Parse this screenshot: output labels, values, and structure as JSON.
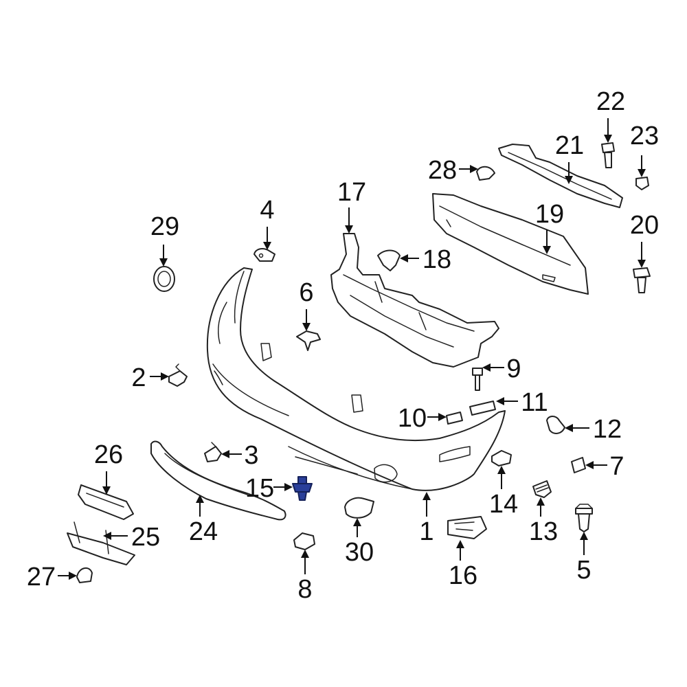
{
  "colors": {
    "line": "#222222",
    "fill": "#ffffff",
    "highlight": "#2a3f9a"
  },
  "highlighted_part": "15",
  "callouts": [
    {
      "id": "1",
      "label": "1"
    },
    {
      "id": "2",
      "label": "2"
    },
    {
      "id": "3",
      "label": "3"
    },
    {
      "id": "4",
      "label": "4"
    },
    {
      "id": "5",
      "label": "5"
    },
    {
      "id": "6",
      "label": "6"
    },
    {
      "id": "7",
      "label": "7"
    },
    {
      "id": "8",
      "label": "8"
    },
    {
      "id": "9",
      "label": "9"
    },
    {
      "id": "10",
      "label": "10"
    },
    {
      "id": "11",
      "label": "11"
    },
    {
      "id": "12",
      "label": "12"
    },
    {
      "id": "13",
      "label": "13"
    },
    {
      "id": "14",
      "label": "14"
    },
    {
      "id": "15",
      "label": "15"
    },
    {
      "id": "16",
      "label": "16"
    },
    {
      "id": "17",
      "label": "17"
    },
    {
      "id": "18",
      "label": "18"
    },
    {
      "id": "19",
      "label": "19"
    },
    {
      "id": "20",
      "label": "20"
    },
    {
      "id": "21",
      "label": "21"
    },
    {
      "id": "22",
      "label": "22"
    },
    {
      "id": "23",
      "label": "23"
    },
    {
      "id": "24",
      "label": "24"
    },
    {
      "id": "25",
      "label": "25"
    },
    {
      "id": "26",
      "label": "26"
    },
    {
      "id": "27",
      "label": "27"
    },
    {
      "id": "28",
      "label": "28"
    },
    {
      "id": "29",
      "label": "29"
    },
    {
      "id": "30",
      "label": "30"
    }
  ]
}
